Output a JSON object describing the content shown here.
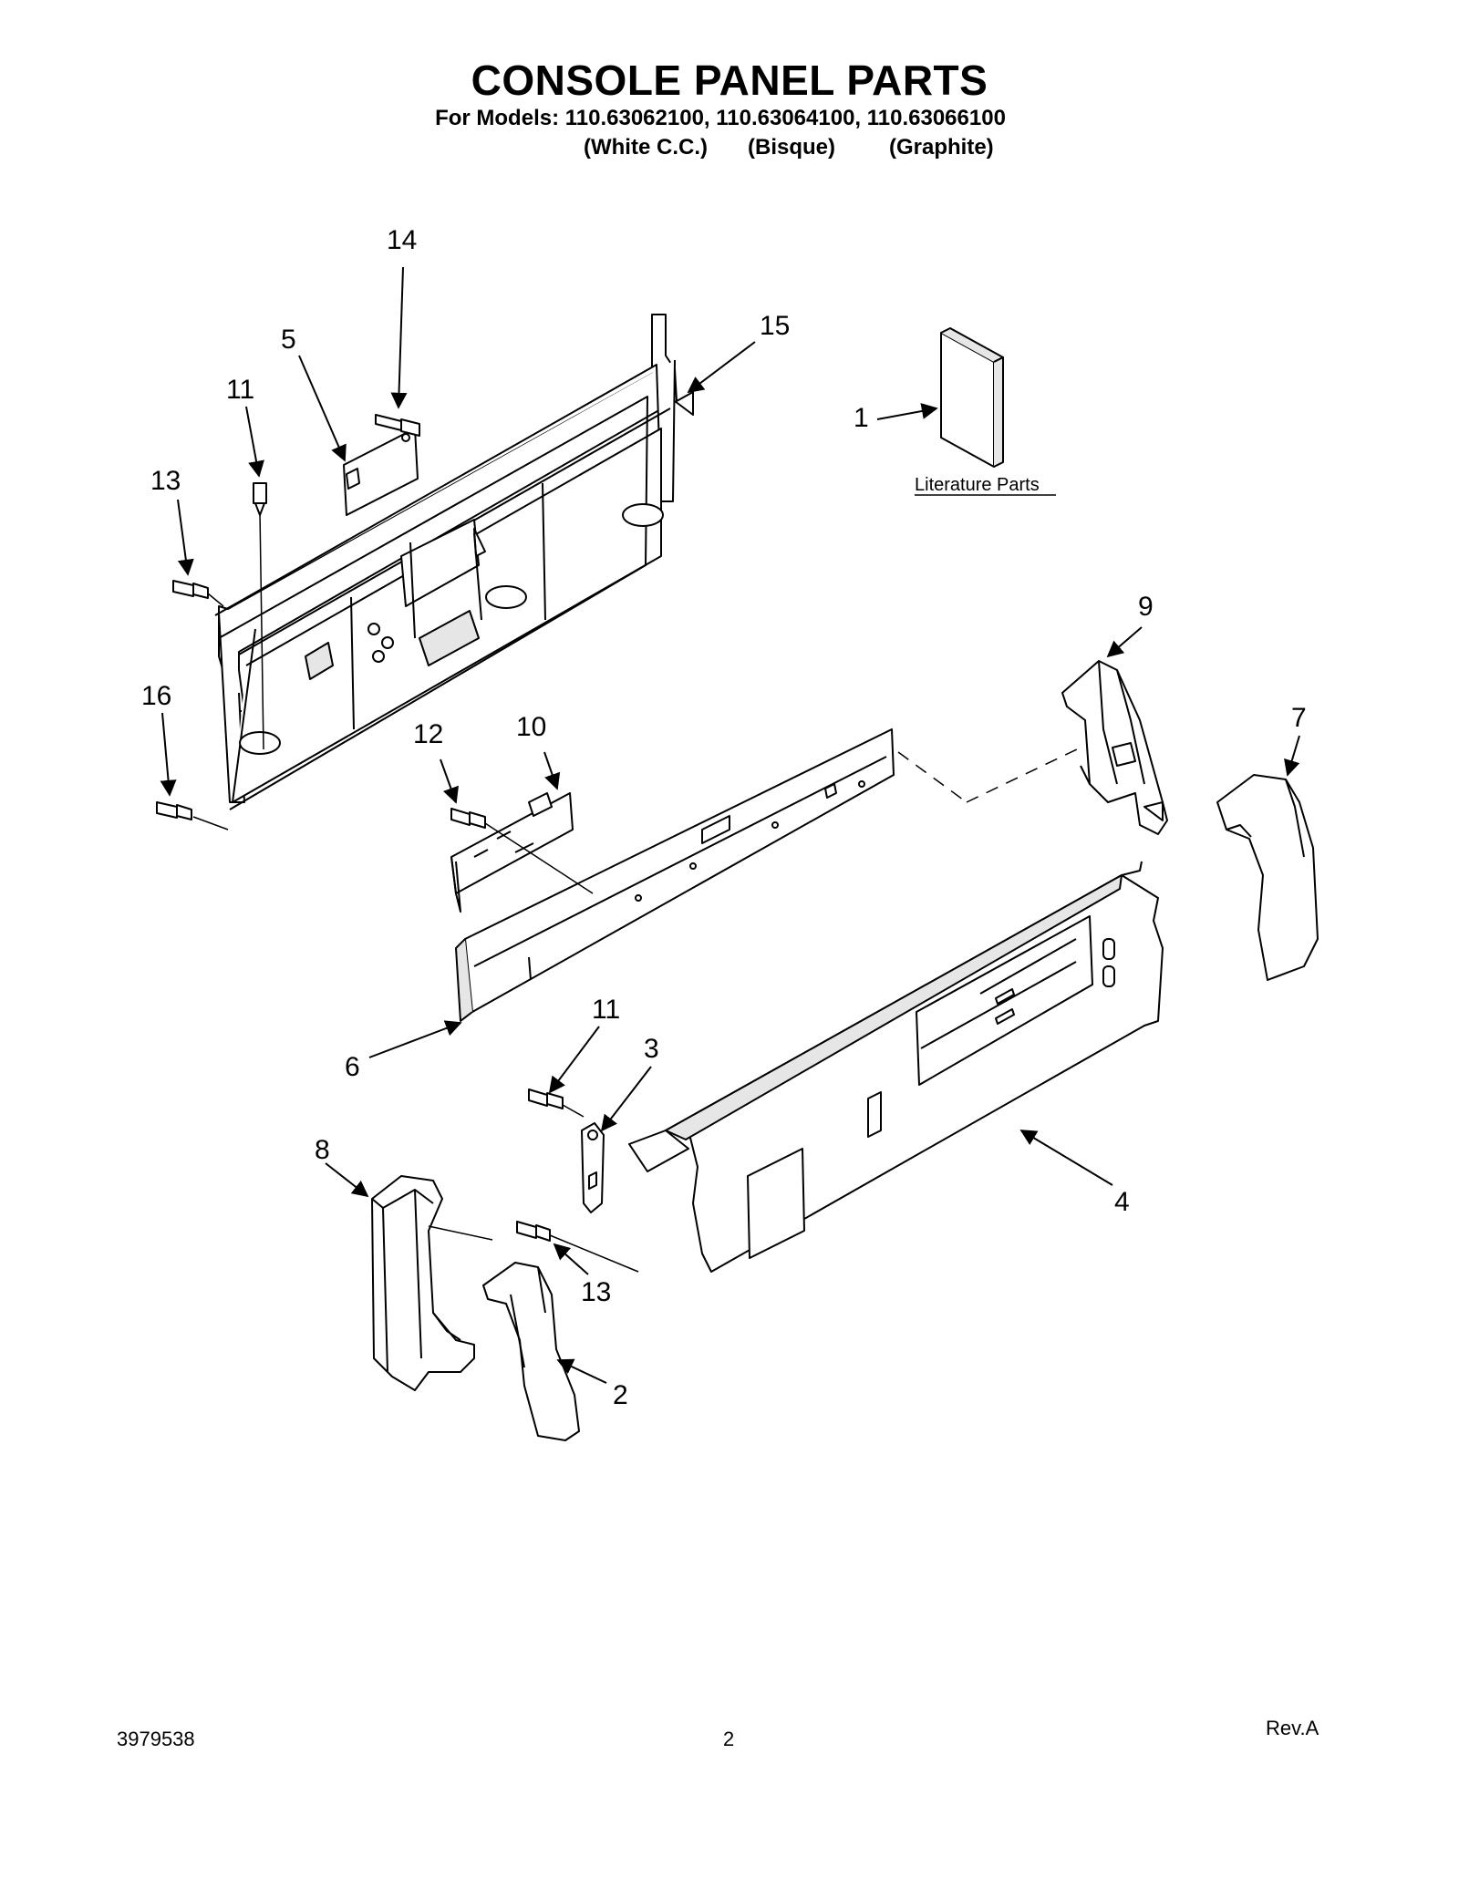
{
  "page": {
    "title": "CONSOLE PANEL PARTS",
    "models_line": "For Models: 110.63062100, 110.63064100, 110.63066100",
    "model_colors": [
      "(White C.C.)",
      "(Bisque)",
      "(Graphite)"
    ]
  },
  "diagram": {
    "literature_label": "Literature Parts",
    "callouts": [
      "14",
      "15",
      "5",
      "11",
      "1",
      "13",
      "9",
      "16",
      "12",
      "10",
      "7",
      "11",
      "3",
      "6",
      "8",
      "4",
      "13",
      "2"
    ]
  },
  "footer": {
    "doc_number": "3979538",
    "page_number": "2",
    "revision": "Rev.A"
  },
  "colors": {
    "ink": "#000000",
    "background": "#ffffff",
    "part_fill": "#ffffff",
    "part_shade": "#e6e6e6"
  }
}
